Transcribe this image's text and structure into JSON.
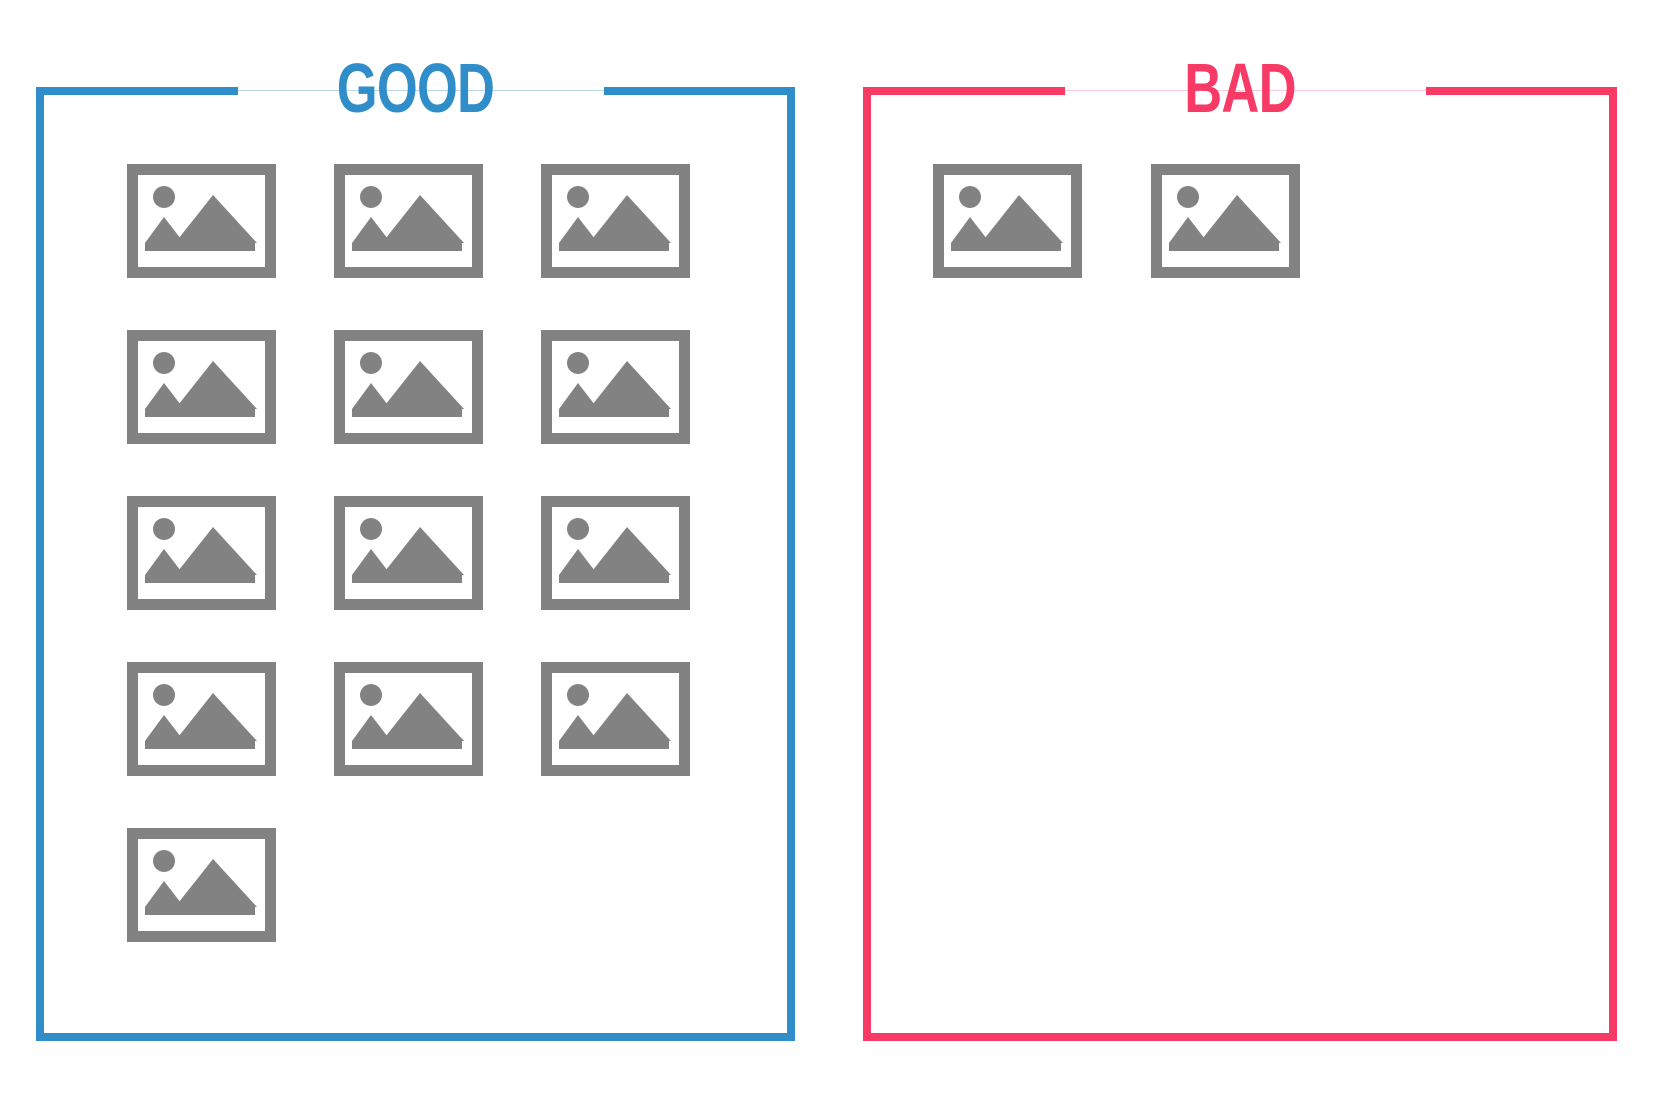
{
  "panels": [
    {
      "label": "GOOD",
      "accent_color": "#2F8DC9",
      "hairline_color": "#BBD9EF",
      "icon_count": 13,
      "icons": [
        {
          "type": "image-placeholder"
        },
        {
          "type": "image-placeholder"
        },
        {
          "type": "image-placeholder"
        },
        {
          "type": "image-placeholder"
        },
        {
          "type": "image-placeholder"
        },
        {
          "type": "image-placeholder"
        },
        {
          "type": "image-placeholder"
        },
        {
          "type": "image-placeholder"
        },
        {
          "type": "image-placeholder"
        },
        {
          "type": "image-placeholder"
        },
        {
          "type": "image-placeholder"
        },
        {
          "type": "image-placeholder"
        },
        {
          "type": "image-placeholder"
        }
      ]
    },
    {
      "label": "BAD",
      "accent_color": "#F83A67",
      "hairline_color": "#FBCAD7",
      "icon_count": 2,
      "icons": [
        {
          "type": "image-placeholder"
        },
        {
          "type": "image-placeholder"
        }
      ]
    }
  ],
  "icon_color": "#828282",
  "background_color": "#FFFFFF"
}
